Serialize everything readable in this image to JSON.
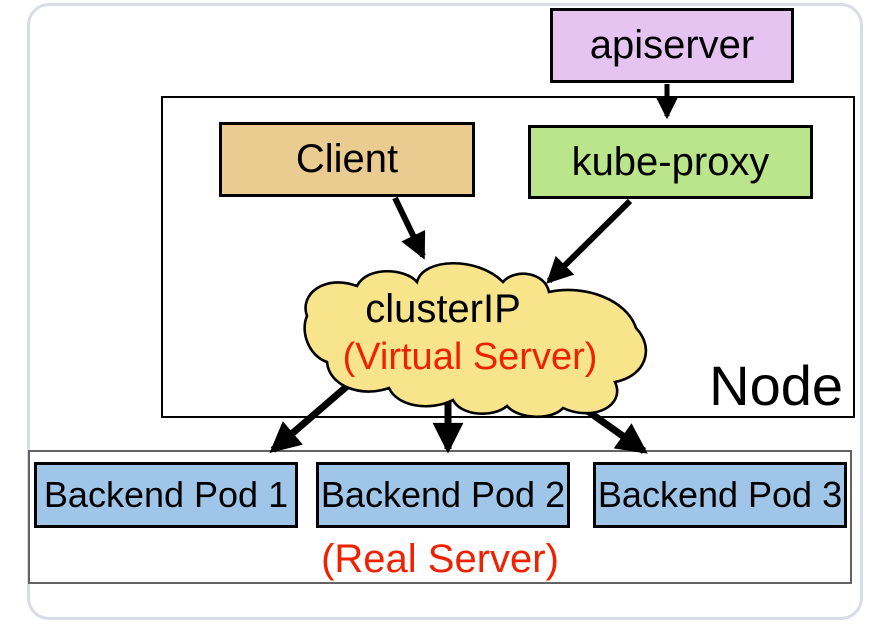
{
  "diagram": {
    "apiserver_label": "apiserver",
    "client_label": "Client",
    "kube_proxy_label": "kube-proxy",
    "cluster_ip_title": "clusterIP",
    "cluster_ip_subtitle": "(Virtual Server)",
    "node_label": "Node",
    "pods": [
      {
        "label": "Backend Pod 1"
      },
      {
        "label": "Backend Pod 2"
      },
      {
        "label": "Backend Pod 3"
      }
    ],
    "real_server_label": "(Real Server)"
  },
  "colors": {
    "apiserver_fill": "#e6c4f2",
    "client_fill": "#eacb90",
    "kube_proxy_fill": "#bbe58b",
    "cloud_fill": "#f7e48b",
    "pod_fill": "#9fc5e8",
    "accent_red": "#ee2200",
    "outline": "#000000",
    "panel_border": "#d9dce4",
    "container_border": "#636363"
  }
}
